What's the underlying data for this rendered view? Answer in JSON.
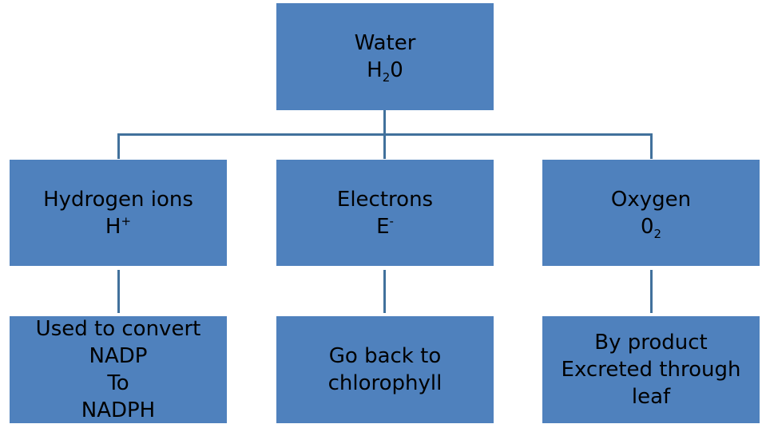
{
  "root": {
    "line1": "Water",
    "line2_main": "H",
    "line2_sub": "2",
    "line2_tail": "0"
  },
  "level2": [
    {
      "line1": "Hydrogen ions",
      "line2_main": "H",
      "line2_sup": "+"
    },
    {
      "line1": "Electrons",
      "line2_main": "E",
      "line2_sup": "-"
    },
    {
      "line1": "Oxygen",
      "line2_main": "0",
      "line2_sub": "2"
    }
  ],
  "level3": [
    {
      "lines": [
        "Used to convert",
        "NADP",
        "To",
        "NADPH"
      ]
    },
    {
      "lines": [
        "Go back to",
        "chlorophyll"
      ]
    },
    {
      "lines": [
        "By product",
        "Excreted through",
        "leaf"
      ]
    }
  ],
  "colors": {
    "box_fill": "#4f81bd",
    "connector": "#41719c"
  }
}
